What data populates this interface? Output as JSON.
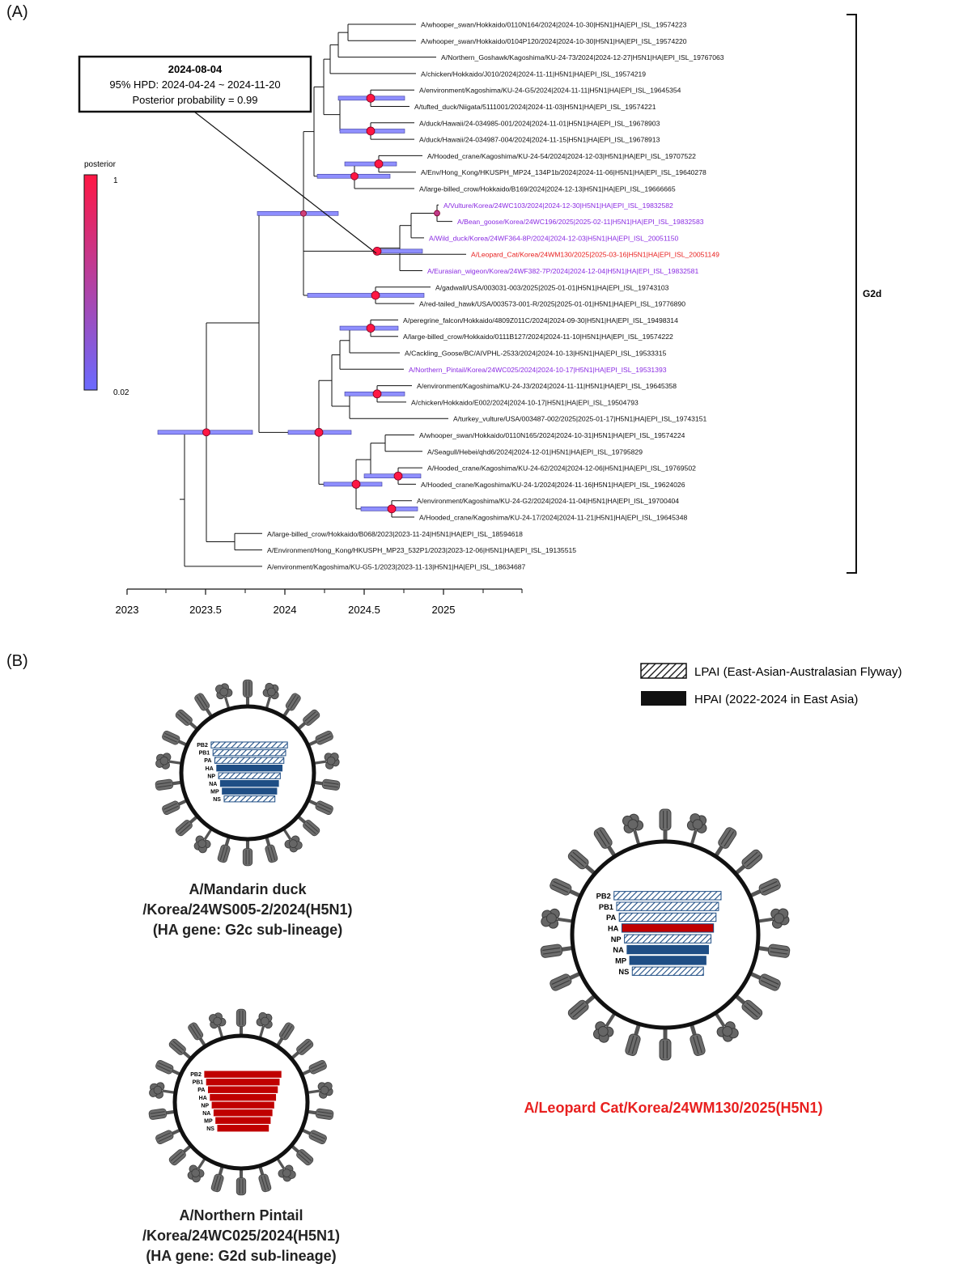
{
  "panelA": {
    "label": "(A)",
    "leaves": [
      {
        "name": "A/whooper_swan/Hokkaido/0110N164/2024|2024-10-30|H5N1|HA|EPI_ISL_19574223",
        "color": "#111111"
      },
      {
        "name": "A/whooper_swan/Hokkaido/0104P120/2024|2024-10-30|H5N1|HA|EPI_ISL_19574220",
        "color": "#111111"
      },
      {
        "name": "A/Northern_Goshawk/Kagoshima/KU-24-73/2024|2024-12-27|H5N1|HA|EPI_ISL_19767063",
        "color": "#111111"
      },
      {
        "name": "A/chicken/Hokkaido/J010/2024|2024-11-11|H5N1|HA|EPI_ISL_19574219",
        "color": "#111111"
      },
      {
        "name": "A/environment/Kagoshima/KU-24-G5/2024|2024-11-11|H5N1|HA|EPI_ISL_19645354",
        "color": "#111111"
      },
      {
        "name": "A/tufted_duck/Niigata/5111001/2024|2024-11-03|H5N1|HA|EPI_ISL_19574221",
        "color": "#111111"
      },
      {
        "name": "A/duck/Hawaii/24-034985-001/2024|2024-11-01|H5N1|HA|EPI_ISL_19678903",
        "color": "#111111"
      },
      {
        "name": "A/duck/Hawaii/24-034987-004/2024|2024-11-15|H5N1|HA|EPI_ISL_19678913",
        "color": "#111111"
      },
      {
        "name": "A/Hooded_crane/Kagoshima/KU-24-54/2024|2024-12-03|H5N1|HA|EPI_ISL_19707522",
        "color": "#111111"
      },
      {
        "name": "A/Env/Hong_Kong/HKUSPH_MP24_134P1b/2024|2024-11-06|H5N1|HA|EPI_ISL_19640278",
        "color": "#111111"
      },
      {
        "name": "A/large-billed_crow/Hokkaido/B169/2024|2024-12-13|H5N1|HA|EPI_ISL_19666665",
        "color": "#111111"
      },
      {
        "name": "A/Vulture/Korea/24WC103/2024|2024-12-30|H5N1|HA|EPI_ISL_19832582",
        "color": "#8a2be2"
      },
      {
        "name": "A/Bean_goose/Korea/24WC196/2025|2025-02-11|H5N1|HA|EPI_ISL_19832583",
        "color": "#8a2be2"
      },
      {
        "name": "A/Wild_duck/Korea/24WF364-8P/2024|2024-12-03|H5N1|HA|EPI_ISL_20051150",
        "color": "#8a2be2"
      },
      {
        "name": "A/Leopard_Cat/Korea/24WM130/2025|2025-03-16|H5N1|HA|EPI_ISL_20051149",
        "color": "#e8201f"
      },
      {
        "name": "A/Eurasian_wigeon/Korea/24WF382-7P/2024|2024-12-04|H5N1|HA|EPI_ISL_19832581",
        "color": "#8a2be2"
      },
      {
        "name": "A/gadwall/USA/003031-003/2025|2025-01-01|H5N1|HA|EPI_ISL_19743103",
        "color": "#111111"
      },
      {
        "name": "A/red-tailed_hawk/USA/003573-001-R/2025|2025-01-01|H5N1|HA|EPI_ISL_19776890",
        "color": "#111111"
      },
      {
        "name": "A/peregrine_falcon/Hokkaido/4809Z011C/2024|2024-09-30|H5N1|HA|EPI_ISL_19498314",
        "color": "#111111"
      },
      {
        "name": "A/large-billed_crow/Hokkaido/0111B127/2024|2024-11-10|H5N1|HA|EPI_ISL_19574222",
        "color": "#111111"
      },
      {
        "name": "A/Cackling_Goose/BC/AIVPHL-2533/2024|2024-10-13|H5N1|HA|EPI_ISL_19533315",
        "color": "#111111"
      },
      {
        "name": "A/Northern_Pintail/Korea/24WC025/2024|2024-10-17|H5N1|HA|EPI_ISL_19531393",
        "color": "#8a2be2"
      },
      {
        "name": "A/environment/Kagoshima/KU-24-J3/2024|2024-11-11|H5N1|HA|EPI_ISL_19645358",
        "color": "#111111"
      },
      {
        "name": "A/chicken/Hokkaido/E002/2024|2024-10-17|H5N1|HA|EPI_ISL_19504793",
        "color": "#111111"
      },
      {
        "name": "A/turkey_vulture/USA/003487-002/2025|2025-01-17|H5N1|HA|EPI_ISL_19743151",
        "color": "#111111"
      },
      {
        "name": "A/whooper_swan/Hokkaido/0110N165/2024|2024-10-31|H5N1|HA|EPI_ISL_19574224",
        "color": "#111111"
      },
      {
        "name": "A/Seagull/Hebei/qhd6/2024|2024-12-01|H5N1|HA|EPI_ISL_19795829",
        "color": "#111111"
      },
      {
        "name": "A/Hooded_crane/Kagoshima/KU-24-62/2024|2024-12-06|H5N1|HA|EPI_ISL_19769502",
        "color": "#111111"
      },
      {
        "name": "A/Hooded_crane/Kagoshima/KU-24-1/2024|2024-11-16|H5N1|HA|EPI_ISL_19624026",
        "color": "#111111"
      },
      {
        "name": "A/environment/Kagoshima/KU-24-G2/2024|2024-11-04|H5N1|HA|EPI_ISL_19700404",
        "color": "#111111"
      },
      {
        "name": "A/Hooded_crane/Kagoshima/KU-24-17/2024|2024-11-21|H5N1|HA|EPI_ISL_19645348",
        "color": "#111111"
      },
      {
        "name": "A/large-billed_crow/Hokkaido/B068/2023|2023-11-24|H5N1|HA|EPI_ISL_18594618",
        "color": "#111111"
      },
      {
        "name": "A/Environment/Hong_Kong/HKUSPH_MP23_532P1/2023|2023-12-06|H5N1|HA|EPI_ISL_19135515",
        "color": "#111111"
      },
      {
        "name": "A/environment/Kagoshima/KU-G5-1/2023|2023-11-13|H5N1|HA|EPI_ISL_18634687",
        "color": "#111111"
      }
    ],
    "axis_ticks": [
      "2023",
      "2023.5",
      "2024",
      "2024.5",
      "2025"
    ],
    "clade_label": "G2d",
    "callout": {
      "date": "2024-08-04",
      "hpd": "95% HPD: 2024-04-24 ~ 2024-11-20",
      "posterior": "Posterior probability = 0.99"
    },
    "legend": {
      "title": "posterior",
      "max": "1",
      "min": "0.02",
      "color_high": "#ff1744",
      "color_low": "#6a6aff"
    }
  },
  "panelB": {
    "label": "(B)",
    "key": {
      "lpai": "LPAI (East-Asian-Australasian Flyway)",
      "hpai": "HPAI (2022-2024 in East Asia)"
    },
    "segments": [
      "PB2",
      "PB1",
      "PA",
      "HA",
      "NP",
      "NA",
      "MP",
      "NS"
    ],
    "viruses": [
      {
        "name_l1": "A/Mandarin duck",
        "name_l2": "/Korea/24WS005-2/2024(H5N1)",
        "name_l3": "(HA gene: G2c sub-lineage)",
        "pattern": [
          "lpai",
          "lpai",
          "lpai",
          "hpai",
          "lpai",
          "hpai",
          "hpai",
          "lpai"
        ],
        "color": "#1f4e85"
      },
      {
        "name_l1": "A/Northern Pintail",
        "name_l2": "/Korea/24WC025/2024(H5N1)",
        "name_l3": "(HA gene: G2d sub-lineage)",
        "pattern": [
          "hpai",
          "hpai",
          "hpai",
          "hpai",
          "hpai",
          "hpai",
          "hpai",
          "hpai"
        ],
        "color": "#c00000"
      },
      {
        "name_l1": "A/Leopard Cat/Korea/24WM130/2025(H5N1)",
        "pattern": [
          "lpai",
          "lpai",
          "lpai",
          "hpai-red",
          "lpai",
          "hpai",
          "hpai",
          "lpai"
        ],
        "color": "#1f4e85"
      }
    ],
    "colors": {
      "blue": "#1f4e85",
      "red": "#c00000",
      "title_red": "#e8201f"
    }
  }
}
